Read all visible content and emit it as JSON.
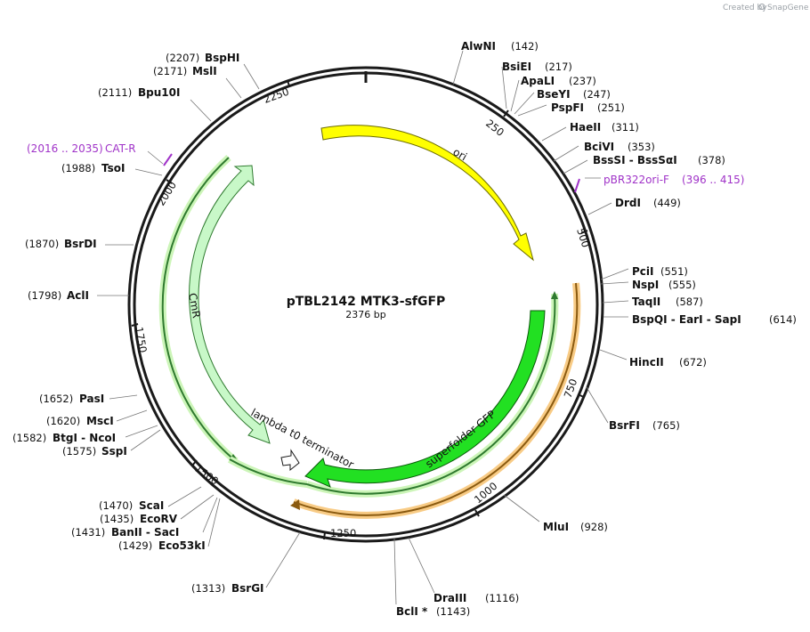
{
  "credit": {
    "created_by": "Created by",
    "brand": "SnapGene"
  },
  "map": {
    "title": "pTBL2142 MTK3-sfGFP",
    "length_label": "2376 bp",
    "length": 2376,
    "ticks": [
      "250",
      "500",
      "750",
      "1000",
      "1250",
      "1500",
      "1750",
      "2000",
      "2250"
    ],
    "colors": {
      "backbone": "#1a1a1a",
      "ori": "#ffff00",
      "gfp": "#22e022",
      "cmr": "#c8f8c8",
      "orange": "#f3a020",
      "green_line": "#2f7a2f",
      "highlight": "#ccf5b8",
      "primer": "#a033c8"
    }
  },
  "features": [
    {
      "name": "ori",
      "label": "ori",
      "kind": "arrow",
      "icon": "ori-arrow"
    },
    {
      "name": "superfolder-gfp",
      "label": "superfolder GFP",
      "kind": "arrow",
      "icon": "gfp-arrow"
    },
    {
      "name": "cmr",
      "label": "CmR",
      "kind": "arrow",
      "icon": "cmr-arrow"
    },
    {
      "name": "lambda-t0-terminator",
      "label": "lambda t0 terminator",
      "kind": "terminator",
      "icon": "terminator-arrow"
    }
  ],
  "sites": [
    {
      "side": "L",
      "name": "BspHI",
      "pos": "(2207)"
    },
    {
      "side": "L",
      "name": "MslI",
      "pos": "(2171)"
    },
    {
      "side": "L",
      "name": "Bpu10I",
      "pos": "(2111)"
    },
    {
      "side": "L",
      "name": "CAT-R",
      "pos": "(2016 .. 2035)",
      "primer": true
    },
    {
      "side": "L",
      "name": "TsoI",
      "pos": "(1988)"
    },
    {
      "side": "L",
      "name": "BsrDI",
      "pos": "(1870)"
    },
    {
      "side": "L",
      "name": "AclI",
      "pos": "(1798)"
    },
    {
      "side": "L",
      "name": "PasI",
      "pos": "(1652)"
    },
    {
      "side": "L",
      "name": "MscI",
      "pos": "(1620)"
    },
    {
      "side": "L",
      "name": "BtgI - NcoI",
      "pos": "(1582)"
    },
    {
      "side": "L",
      "name": "SspI",
      "pos": "(1575)"
    },
    {
      "side": "L",
      "name": "ScaI",
      "pos": "(1470)"
    },
    {
      "side": "L",
      "name": "EcoRV",
      "pos": "(1435)"
    },
    {
      "side": "L",
      "name": "BanII - SacI",
      "pos": "(1431)"
    },
    {
      "side": "L",
      "name": "Eco53kI",
      "pos": "(1429)"
    },
    {
      "side": "L",
      "name": "BsrGI",
      "pos": "(1313)"
    },
    {
      "side": "L",
      "name": "BclI *",
      "pos": "(1143)"
    },
    {
      "side": "R",
      "name": "AlwNI",
      "pos": "(142)"
    },
    {
      "side": "R",
      "name": "BsiEI",
      "pos": "(217)"
    },
    {
      "side": "R",
      "name": "ApaLI",
      "pos": "(237)"
    },
    {
      "side": "R",
      "name": "BseYI",
      "pos": "(247)"
    },
    {
      "side": "R",
      "name": "PspFI",
      "pos": "(251)"
    },
    {
      "side": "R",
      "name": "HaeII",
      "pos": "(311)"
    },
    {
      "side": "R",
      "name": "BciVI",
      "pos": "(353)"
    },
    {
      "side": "R",
      "name": "BssSI - BssSαI",
      "pos": "(378)"
    },
    {
      "side": "R",
      "name": "pBR322ori-F",
      "pos": "(396 .. 415)",
      "primer": true
    },
    {
      "side": "R",
      "name": "DrdI",
      "pos": "(449)"
    },
    {
      "side": "R",
      "name": "PciI",
      "pos": "(551)"
    },
    {
      "side": "R",
      "name": "NspI",
      "pos": "(555)"
    },
    {
      "side": "R",
      "name": "TaqII",
      "pos": "(587)"
    },
    {
      "side": "R",
      "name": "BspQI - EarI - SapI",
      "pos": "(614)"
    },
    {
      "side": "R",
      "name": "HincII",
      "pos": "(672)"
    },
    {
      "side": "R",
      "name": "BsrFI",
      "pos": "(765)"
    },
    {
      "side": "R",
      "name": "MluI",
      "pos": "(928)"
    },
    {
      "side": "R",
      "name": "DraIII",
      "pos": "(1116)"
    }
  ]
}
